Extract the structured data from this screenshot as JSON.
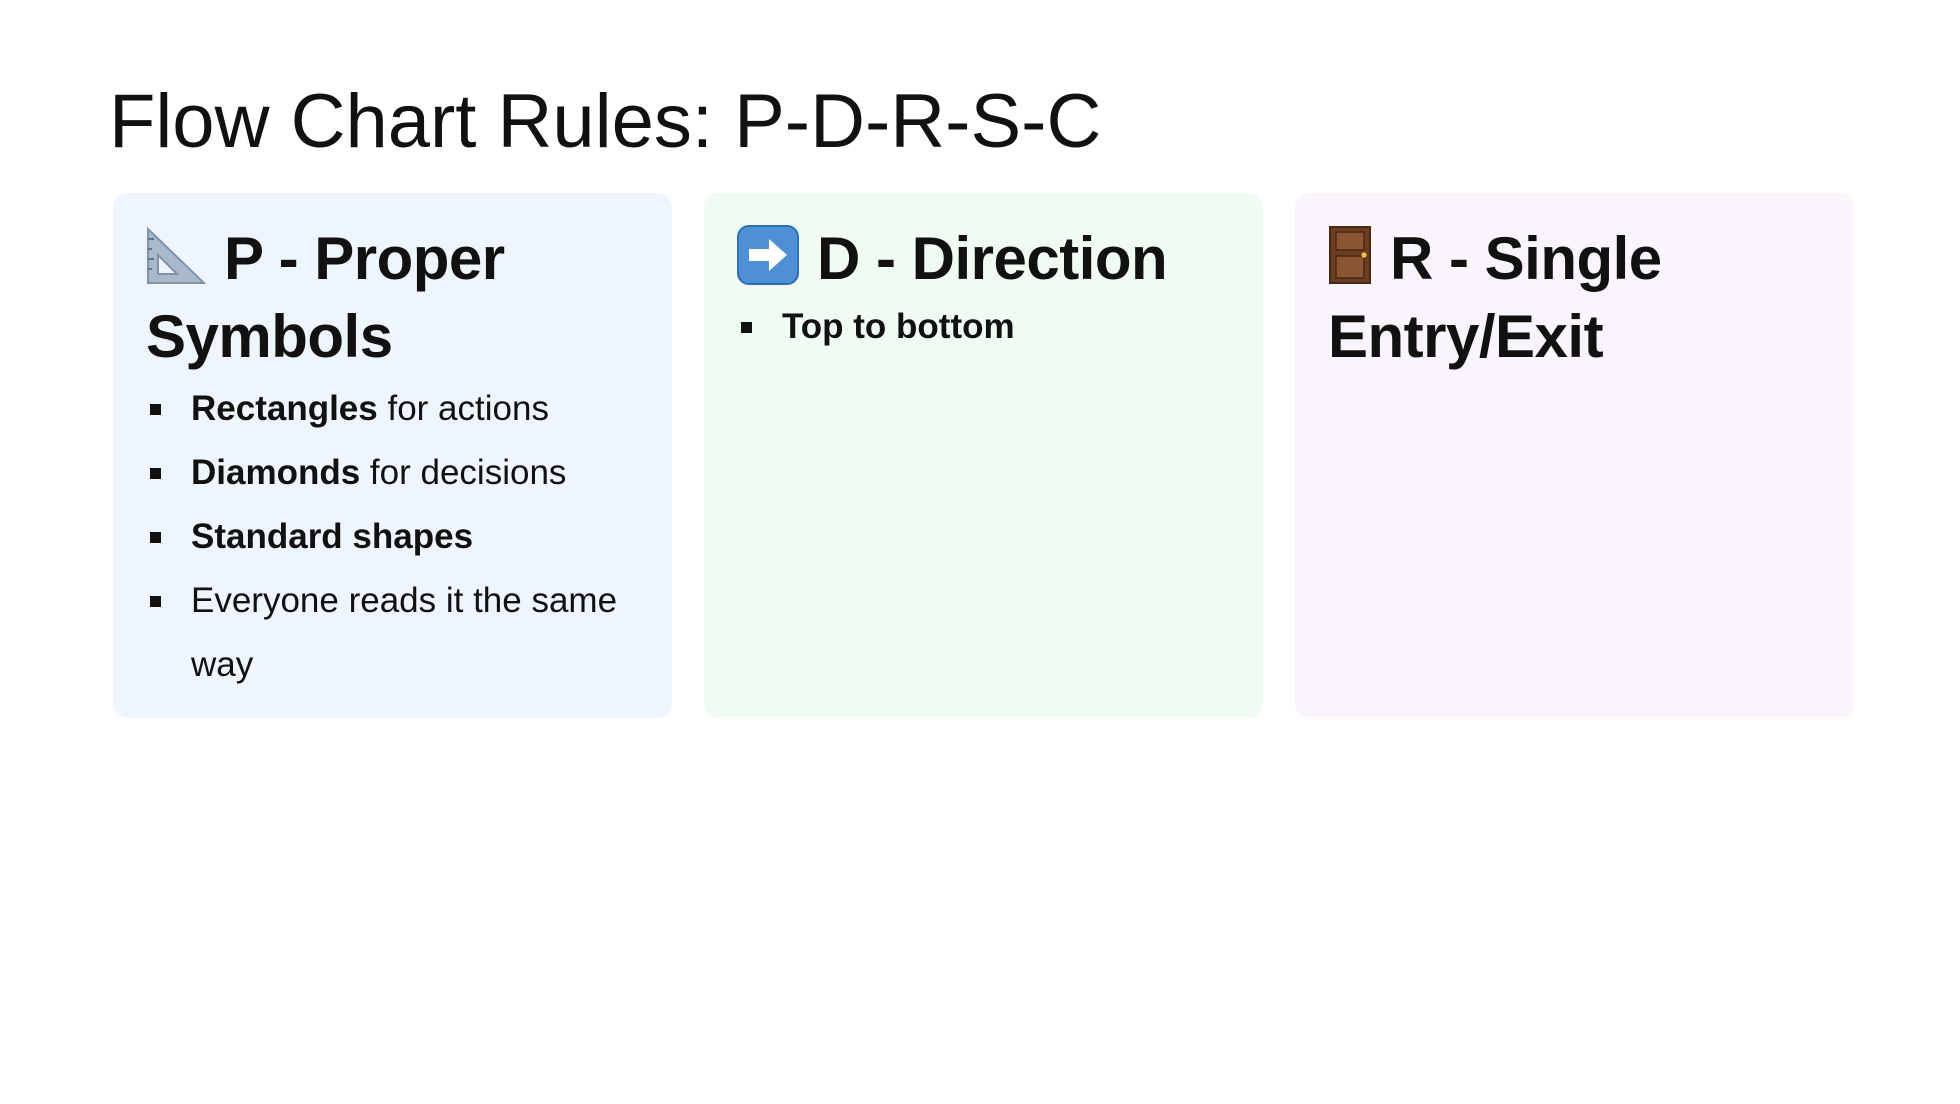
{
  "slide": {
    "title": "Flow Chart Rules: P-D-R-S-C"
  },
  "cards": [
    {
      "icon": "triangular-ruler-icon",
      "heading": "P - Proper Symbols",
      "color": "#eff5ff",
      "bullets": [
        {
          "bold": "Rectangles",
          "text": " for actions"
        },
        {
          "bold": "Diamonds",
          "text": " for decisions"
        },
        {
          "bold": "Standard shapes",
          "text": ""
        },
        {
          "bold": "",
          "text": "Everyone reads it the same way"
        }
      ]
    },
    {
      "icon": "right-arrow-icon",
      "heading": "D - Direction",
      "color": "#f0fcf3",
      "bullets": [
        {
          "bold": "Top to bottom",
          "text": ""
        }
      ]
    },
    {
      "icon": "door-icon",
      "heading": "R - Single Entry/Exit",
      "color": "#f9f4fe",
      "bullets": []
    }
  ]
}
